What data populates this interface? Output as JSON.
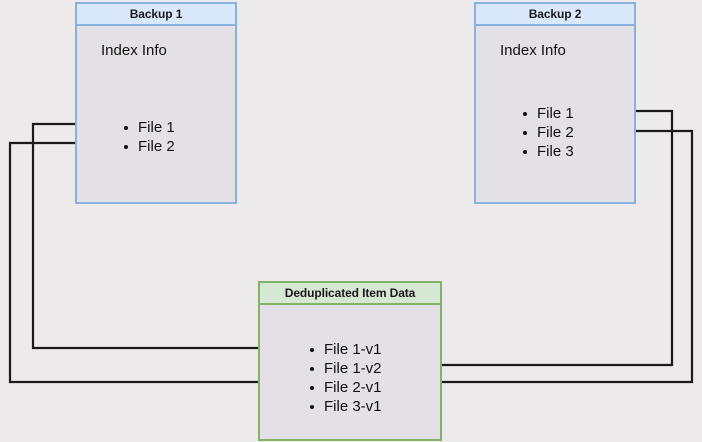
{
  "diagram": {
    "title_hidden": "",
    "background_color": "#eceaea",
    "blue_fill": "#dae8fc",
    "blue_stroke": "#8ab0de",
    "green_fill": "#d5e8d4",
    "green_stroke": "#82b366",
    "body_fill": "#e3e1e6",
    "wire_color": "#1a1a1a"
  },
  "backup1": {
    "header": "Backup 1",
    "label": "Index Info",
    "files": [
      {
        "name": "File 1"
      },
      {
        "name": "File 2"
      }
    ]
  },
  "backup2": {
    "header": "Backup 2",
    "label": "Index Info",
    "files": [
      {
        "name": "File 1"
      },
      {
        "name": "File 2"
      },
      {
        "name": "File 3"
      }
    ]
  },
  "dedup": {
    "header": "Deduplicated Item Data",
    "items": [
      {
        "name": "File 1-v1"
      },
      {
        "name": "File 1-v2"
      },
      {
        "name": "File 2-v1"
      },
      {
        "name": "File 3-v1"
      }
    ]
  },
  "connections": [
    {
      "from": "backup1.File 1",
      "to": "dedup.File 1-v1",
      "direction": "left-route"
    },
    {
      "from": "backup1.File 2",
      "to": "dedup.File 2-v1",
      "direction": "left-route"
    },
    {
      "from": "backup2.File 1",
      "to": "dedup.File 1-v2",
      "direction": "right-route"
    },
    {
      "from": "backup2.File 2",
      "to": "dedup.File 2-v1",
      "direction": "right-route"
    }
  ]
}
